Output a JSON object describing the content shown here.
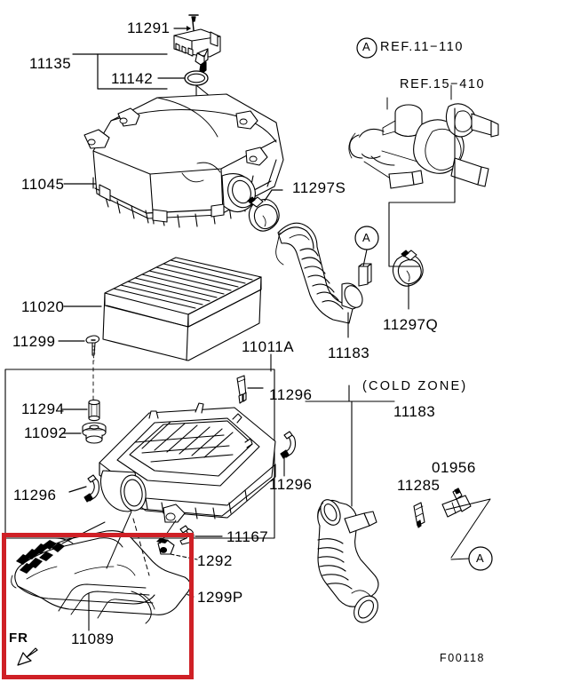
{
  "diagram": {
    "title_code": "F00118",
    "colors": {
      "line": "#000000",
      "highlight": "#cf2026",
      "background": "#ffffff"
    },
    "orientation_marker": {
      "label": "FR",
      "icon": "front-direction-arrow"
    },
    "references": [
      {
        "id": "ref-11-110",
        "badge": "A",
        "text": "REF.11−110"
      },
      {
        "id": "ref-15-410",
        "badge": "",
        "text": "REF.15−410"
      }
    ],
    "zones": [
      {
        "id": "cold-zone",
        "text": "(COLD  ZONE)"
      }
    ],
    "callout_badges": [
      {
        "id": "badge-a-hose",
        "text": "A"
      },
      {
        "id": "badge-a-cold",
        "text": "A"
      }
    ],
    "part_numbers": [
      {
        "id": "p-11291",
        "text": "11291"
      },
      {
        "id": "p-11135",
        "text": "11135"
      },
      {
        "id": "p-11142",
        "text": "11142"
      },
      {
        "id": "p-11045",
        "text": "11045"
      },
      {
        "id": "p-11297s",
        "text": "11297S"
      },
      {
        "id": "p-11020",
        "text": "11020"
      },
      {
        "id": "p-11297q",
        "text": "11297Q"
      },
      {
        "id": "p-11299",
        "text": "11299"
      },
      {
        "id": "p-11011a",
        "text": "11011A"
      },
      {
        "id": "p-11183-top",
        "text": "11183"
      },
      {
        "id": "p-11296-a",
        "text": "11296"
      },
      {
        "id": "p-11294",
        "text": "11294"
      },
      {
        "id": "p-11092",
        "text": "11092"
      },
      {
        "id": "p-11296-b",
        "text": "11296"
      },
      {
        "id": "p-11296-c",
        "text": "11296"
      },
      {
        "id": "p-11183-cold",
        "text": "11183"
      },
      {
        "id": "p-01956",
        "text": "01956"
      },
      {
        "id": "p-11285",
        "text": "11285"
      },
      {
        "id": "p-11167",
        "text": "11167"
      },
      {
        "id": "p-1292",
        "text": "1292"
      },
      {
        "id": "p-1299P",
        "text": "1299P"
      },
      {
        "id": "p-11089",
        "text": "11089"
      }
    ]
  }
}
